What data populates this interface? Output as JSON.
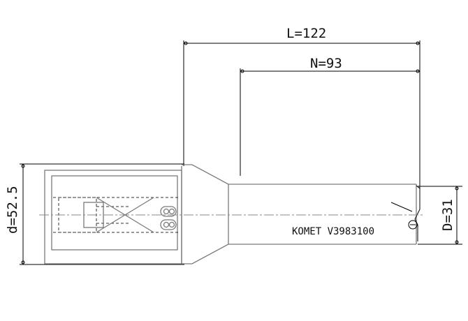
{
  "dimensions": {
    "overall_length_label": "L=122",
    "neck_length_label": "N=93",
    "shank_diameter_label": "d=52.5",
    "cutting_diameter_label": "D=31"
  },
  "tool": {
    "marking": "KOMET V3983100"
  },
  "colors": {
    "outline": "#7a7a7a",
    "dimension": "#000000",
    "background": "#ffffff"
  }
}
